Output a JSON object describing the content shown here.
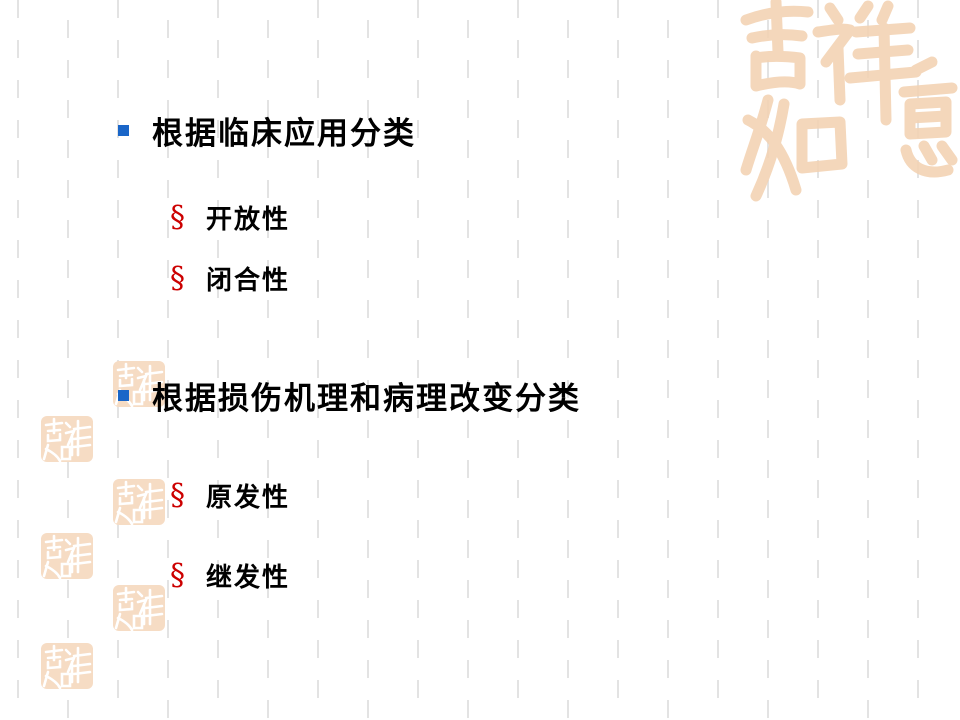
{
  "slide": {
    "bullet_color": "#1a66c8",
    "sub_marker_color": "#cc0000",
    "seal_color": "#f5d8bc",
    "sections": [
      {
        "heading": "根据临床应用分类",
        "items": [
          {
            "marker": "§",
            "label": "开放性"
          },
          {
            "marker": "§",
            "label": "闭合性"
          }
        ]
      },
      {
        "heading": "根据损伤机理和病理改变分类",
        "items": [
          {
            "marker": "§",
            "label": "原发性"
          },
          {
            "marker": "§",
            "label": "继发性"
          }
        ]
      }
    ],
    "decoration": {
      "icon": "seal-stamp-icon",
      "seal_text": "吉祥如意"
    }
  }
}
